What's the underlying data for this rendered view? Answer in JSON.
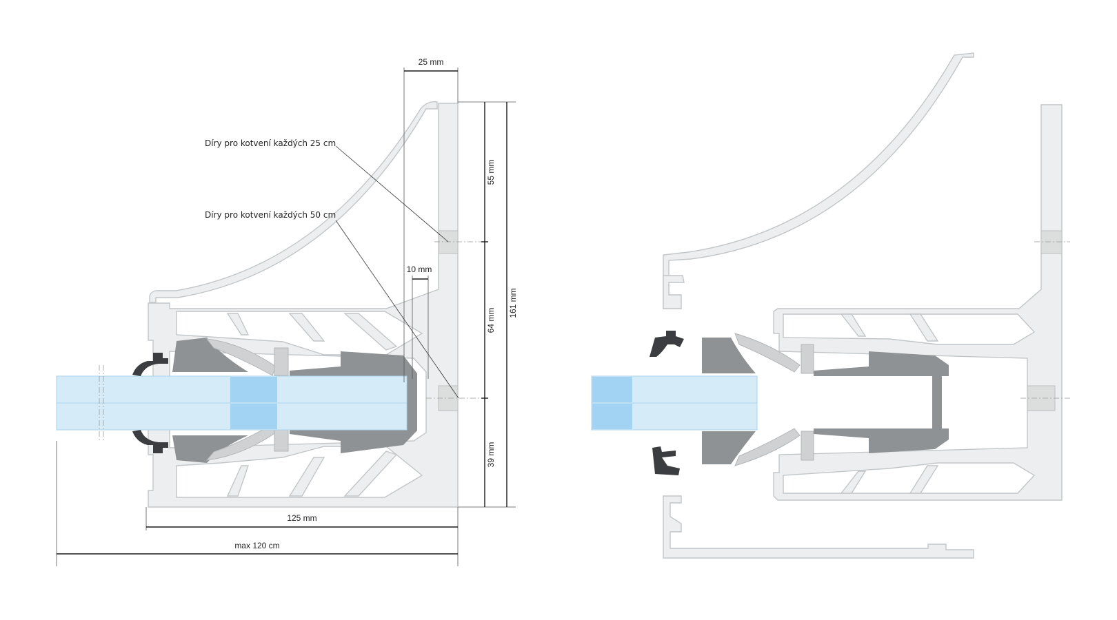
{
  "annotations": {
    "holes_25": "Díry pro kotvení každých 25 cm",
    "holes_50": "Díry pro kotvení každých 50 cm"
  },
  "dimensions": {
    "top_width": "25 mm",
    "slot_width": "10 mm",
    "upper_height": "55 mm",
    "middle_height": "64 mm",
    "lower_height": "39 mm",
    "total_height": "161 mm",
    "base_width": "125 mm",
    "glass_max": "max 120 cm"
  },
  "colors": {
    "aluminium": "#eceeef",
    "rubber_wedge": "#8f9294",
    "gasket": "#3b3d40",
    "glass": "#d6ebf8"
  }
}
